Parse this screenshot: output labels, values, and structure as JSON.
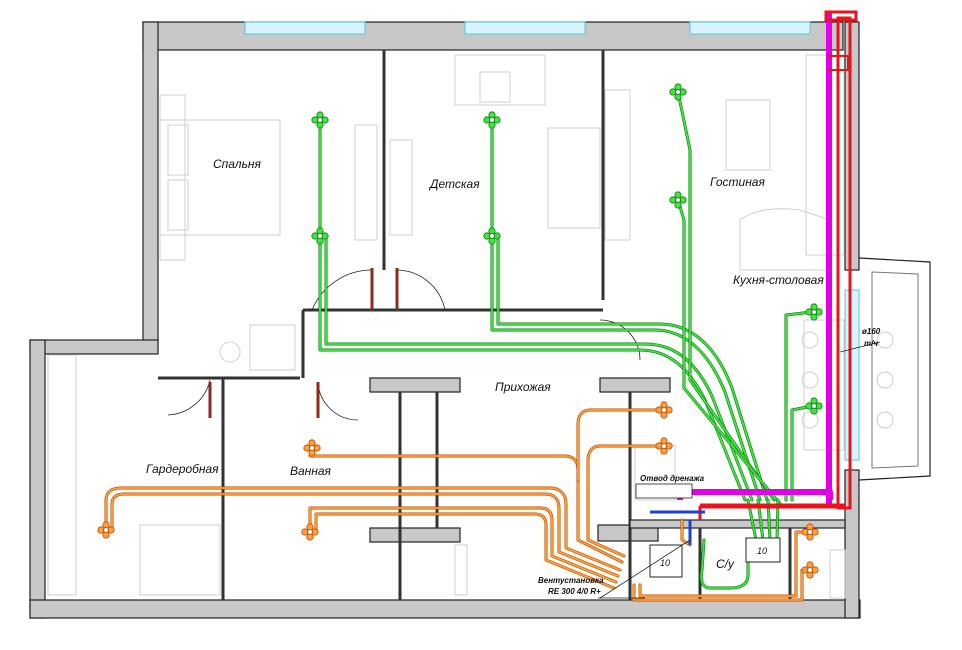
{
  "rooms": {
    "bedroom": "Спальня",
    "kids": "Детская",
    "living": "Гостиная",
    "kitchen": "Кухня-столовая",
    "hall": "Прихожая",
    "wardrobe": "Гардеробная",
    "bath": "Ванная",
    "wc": "С/у"
  },
  "annotations": {
    "drain": "Отвод дренажа",
    "unit_line1": "Вентустановка",
    "unit_line2": "RE 300 4/0 R+",
    "riser_line1": "ø160",
    "riser_line2": "т/ч",
    "unit_num_left": "10",
    "unit_num_right": "10"
  },
  "colors": {
    "supply": "#3ee63e",
    "extract": "#ff9f3a",
    "exhaust_red": "#e8141c",
    "exhaust_magenta": "#e400e4",
    "condensate_blue": "#1f3fd6",
    "wall": "#c8c8c8",
    "window": "#58c6df",
    "door": "#8b2b1d"
  },
  "icons": [
    "diffuser-icon"
  ]
}
